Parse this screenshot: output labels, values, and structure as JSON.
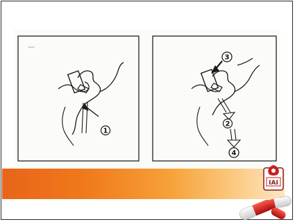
{
  "figure": {
    "steps": [
      {
        "number": "1"
      },
      {
        "number": "2"
      },
      {
        "number": "3"
      },
      {
        "number": "4"
      }
    ]
  },
  "logo": {
    "icon": "seal-icon",
    "text": "IAI"
  },
  "decor": {
    "accent_gradient": [
      "#e8641a",
      "#f07a1c",
      "#f7a23a",
      "#fbc980",
      "#fde6c4"
    ],
    "pill_colors": [
      "#d42323",
      "#ffffff"
    ]
  }
}
